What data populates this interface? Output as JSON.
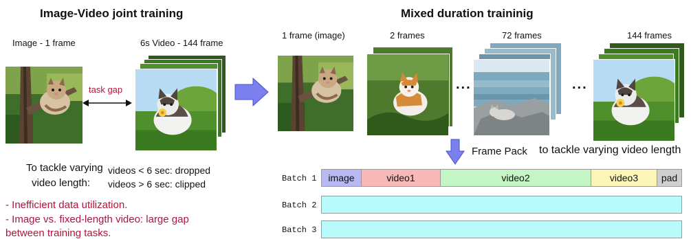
{
  "left": {
    "title": "Image-Video joint training",
    "image_caption": "Image - 1 frame",
    "video_caption": "6s Video - 144 frame",
    "task_gap": "task gap",
    "tackle_line1": "To tackle varying",
    "tackle_line2": "video length:",
    "rule1": "videos < 6 sec: dropped",
    "rule2": "videos > 6 sec: clipped",
    "issue1": "- Inefficient data utilization.",
    "issue2": "- Image vs. fixed-length video: large gap",
    "issue3": "between training tasks."
  },
  "right": {
    "title": "Mixed duration traininig",
    "cap1": "1 frame (image)",
    "cap2": "2 frames",
    "cap3": "72 frames",
    "cap4": "144 frames",
    "ellipsis": "...",
    "frame_pack": "Frame Pack",
    "tackle": "to tackle varying video length"
  },
  "batches": {
    "b1_label": "Batch 1",
    "b2_label": "Batch 2",
    "b3_label": "Batch 3",
    "segments": [
      "image",
      "video1",
      "video2",
      "video3",
      "pad"
    ]
  },
  "colors": {
    "image": "#b8b8f2",
    "video1": "#f7b8b8",
    "video2": "#c4f5c4",
    "video3": "#fbf6b8",
    "pad": "#cfcfcf",
    "empty_batch": "#b9fafa",
    "arrow": "#7b80ee",
    "accent_red": "#b0143c"
  }
}
